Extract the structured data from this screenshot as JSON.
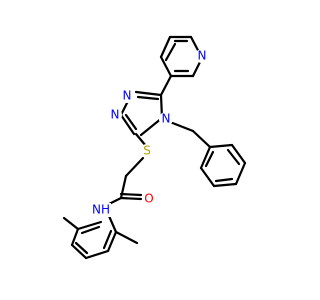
{
  "colors": {
    "background": "#ffffff",
    "bond": "#000000",
    "nitrogen": "#0000ff",
    "oxygen": "#ff0000",
    "sulfur": "#b8a000"
  },
  "atoms": {
    "pyridine_n": "N",
    "triazole_n1": "N",
    "triazole_n2": "N",
    "triazole_n4": "N",
    "sulfur": "S",
    "carbonyl_o": "O",
    "amide_nh": "NH"
  }
}
